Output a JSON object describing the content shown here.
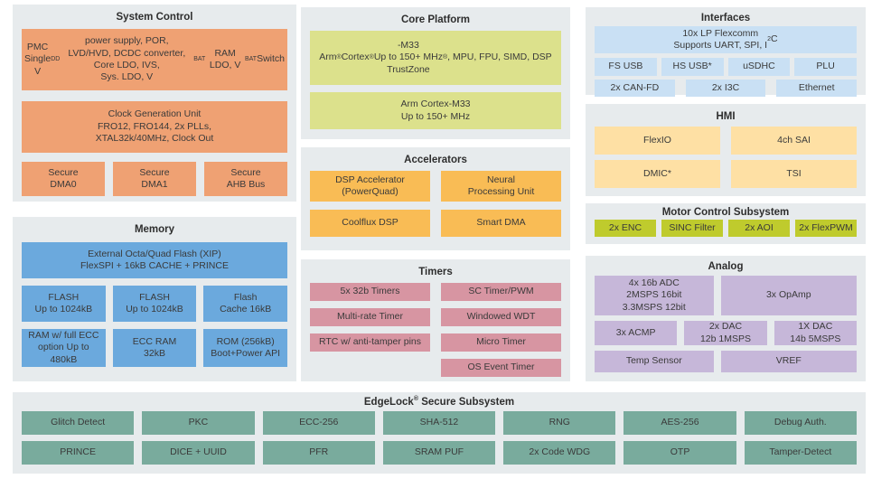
{
  "colors": {
    "panel_bg": "#e7ebed",
    "system_control": "#efa173",
    "memory": "#6ba9dd",
    "core_platform": "#dce18c",
    "accelerators": "#f9bc55",
    "timers": "#d795a2",
    "interfaces": "#c9e0f4",
    "hmi": "#fee0a4",
    "motor_control": "#bfcb2d",
    "analog": "#c6b7d9",
    "edgelock": "#79ab9d"
  },
  "panels": {
    "system_control": {
      "title": "System Control",
      "pmc": "PMC\nSingle V<sub>DD</sub> power supply, POR,\nLVD/HVD, DCDC converter, Core LDO, IVS,\nSys. LDO, V<sub>BAT</sub> RAM LDO, V<sub>BAT</sub> Switch",
      "clock": "Clock Generation Unit\nFRO12, FRO144, 2x PLLs,\nXTAL32k/40MHz, Clock Out",
      "secure": [
        "Secure\nDMA0",
        "Secure\nDMA1",
        "Secure\nAHB Bus"
      ]
    },
    "memory": {
      "title": "Memory",
      "xip": "External Octa/Quad Flash (XIP)\nFlexSPI + 16kB CACHE + PRINCE",
      "row1": [
        "FLASH\nUp to 1024kB",
        "FLASH\nUp to 1024kB",
        "Flash\nCache 16kB"
      ],
      "row2": [
        "RAM w/ full ECC\noption Up to 480kB",
        "ECC RAM\n32kB",
        "ROM (256kB)\nBoot+Power API"
      ]
    },
    "core_platform": {
      "title": "Core Platform",
      "core1": "Arm<sup>®</sup> Cortex<sup>®</sup>-M33\nUp to 150+ MHz\nTrustZone<sup>®</sup>, MPU, FPU, SIMD, DSP",
      "core2": "Arm Cortex-M33\nUp to 150+ MHz"
    },
    "accelerators": {
      "title": "Accelerators",
      "row1": [
        "DSP Accelerator\n(PowerQuad)",
        "Neural\nProcessing Unit"
      ],
      "row2": [
        "Coolflux DSP",
        "Smart DMA"
      ]
    },
    "timers": {
      "title": "Timers",
      "left": [
        "5x 32b Timers",
        "Multi-rate Timer",
        "RTC w/ anti-tamper pins"
      ],
      "right": [
        "SC Timer/PWM",
        "Windowed WDT",
        "Micro Timer",
        "OS Event Timer"
      ]
    },
    "interfaces": {
      "title": "Interfaces",
      "flexcomm": "10x LP Flexcomm\nSupports UART, SPI, I<sup>2</sup>C",
      "row1": [
        "FS USB",
        "HS USB*",
        "uSDHC",
        "PLU"
      ],
      "row2": [
        "2x CAN-FD",
        "2x I3C",
        "Ethernet"
      ]
    },
    "hmi": {
      "title": "HMI",
      "row1": [
        "FlexIO",
        "4ch SAI"
      ],
      "row2": [
        "DMIC*",
        "TSI"
      ]
    },
    "motor_control": {
      "title": "Motor Control Subsystem",
      "row": [
        "2x ENC",
        "SINC Filter",
        "2x AOI",
        "2x FlexPWM"
      ]
    },
    "analog": {
      "title": "Analog",
      "row1": [
        "4x 16b ADC\n2MSPS 16bit\n3.3MSPS 12bit",
        "3x OpAmp"
      ],
      "row2": [
        "3x ACMP",
        "2x DAC\n12b 1MSPS",
        "1X DAC\n14b 5MSPS"
      ],
      "row3": [
        "Temp Sensor",
        "VREF"
      ]
    },
    "edgelock": {
      "title": "EdgeLock<sup>®</sup> Secure Subsystem",
      "row1": [
        "Glitch Detect",
        "PKC",
        "ECC-256",
        "SHA-512",
        "RNG",
        "AES-256",
        "Debug Auth."
      ],
      "row2": [
        "PRINCE",
        "DICE + UUID",
        "PFR",
        "SRAM PUF",
        "2x Code WDG",
        "OTP",
        "Tamper-Detect"
      ]
    }
  }
}
